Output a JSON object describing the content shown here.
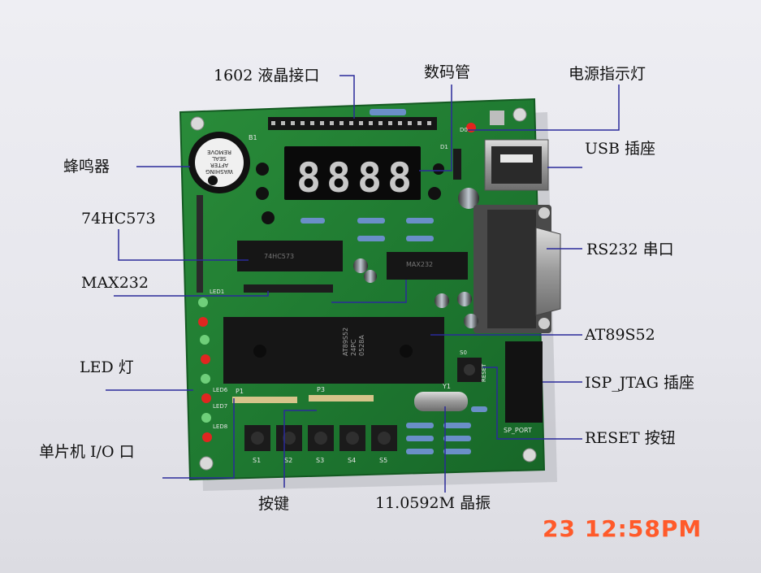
{
  "labels": {
    "lcd": "1602 液晶接口",
    "seg": "数码管",
    "power_led": "电源指示灯",
    "usb": "USB 插座",
    "buzzer": "蜂鸣器",
    "hc573": "74HC573",
    "max232": "MAX232",
    "rs232": "RS232 串口",
    "mcu": "AT89S52",
    "led": "LED 灯",
    "isp": "ISP_JTAG 插座",
    "reset": "RESET 按钮",
    "io": "单片机 I/O 口",
    "keys": "按键",
    "crystal": "11.0592M 晶振"
  },
  "display": {
    "digits": [
      "8",
      "8",
      "8",
      "8"
    ]
  },
  "pcb_text": {
    "buzzer_sticker": [
      "REMOVE",
      "SEAL",
      "AFTER",
      "WASHING"
    ],
    "chip_mcu": [
      "AT89S52",
      "24PC",
      "0528A"
    ],
    "chip_max": "MAX232",
    "chip_573": "74HC573",
    "ref_b1": "B1",
    "ref_d1": "D1",
    "ref_d0": "D0",
    "ref_s0": "S0",
    "ref_y1": "Y1",
    "ref_p1": "P1",
    "ref_p3": "P3",
    "ref_led1": "LED1",
    "ref_led6": "LED6",
    "ref_led7": "LED7",
    "ref_led8": "LED8",
    "isp_port": "SP_PORT",
    "reset_silk": "RESET",
    "switches": [
      "S1",
      "S2",
      "S3",
      "S4",
      "S5"
    ]
  },
  "timestamp": "23  12:58PM",
  "colors": {
    "pcb": "#1f7a31",
    "pcb_dark": "#155a22",
    "callout_line": "#2a2a9a",
    "stamp": "#ff5a2a"
  }
}
